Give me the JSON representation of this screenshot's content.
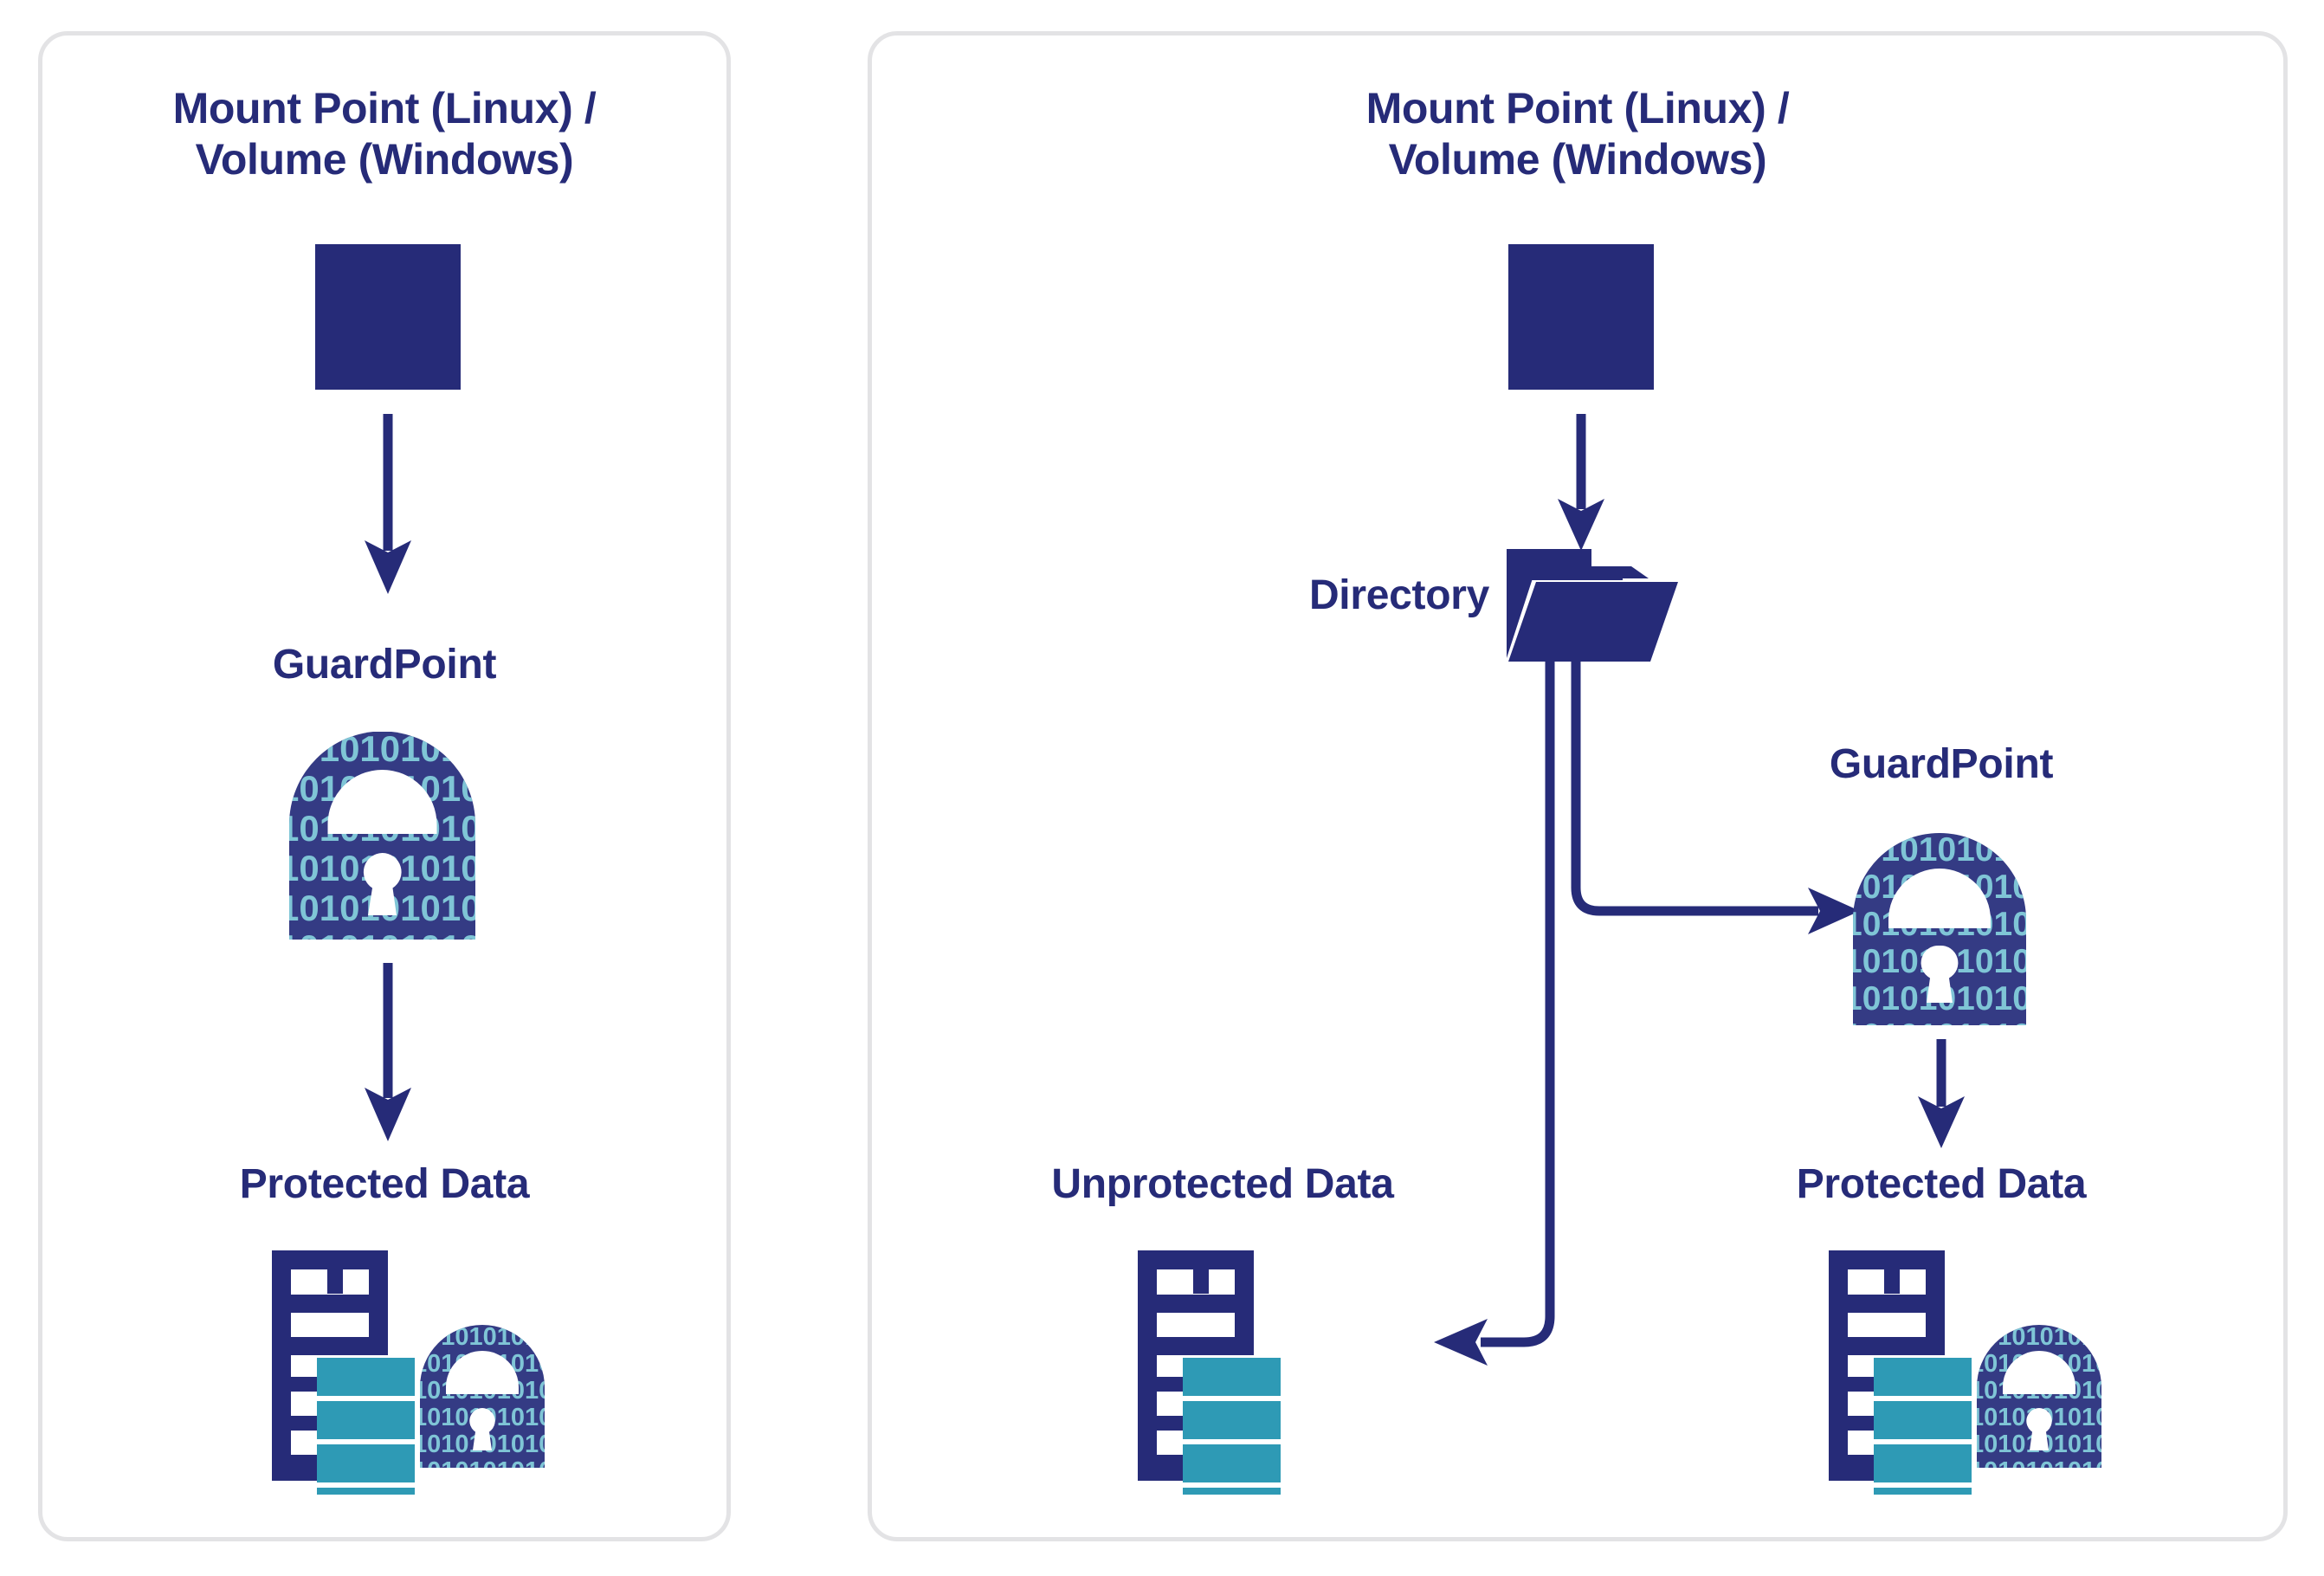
{
  "diagram": {
    "title": "GuardPoint protection scope comparison",
    "colors": {
      "navy": "#262B78",
      "lock_navy": "#343B84",
      "teal": "#2E9AB5",
      "binary_teal": "#7FC5D6",
      "panel_border": "#E3E3E5",
      "background": "#FFFFFF"
    },
    "binary_texture": "1010101010"
  },
  "panels": [
    {
      "id": "left",
      "name": "mount-point-guardpoint-panel",
      "nodes": [
        {
          "id": "mount",
          "label": "Mount Point (Linux) /\nVolume (Windows)",
          "line1": "Mount Point (Linux) /",
          "line2": "Volume (Windows)",
          "icon": "stacked-bars-icon"
        },
        {
          "id": "guardpoint",
          "label": "GuardPoint",
          "icon": "padlock-binary-icon"
        },
        {
          "id": "protected",
          "label": "Protected Data",
          "icon": "database-lock-icon"
        }
      ],
      "connectors": [
        {
          "from": "mount",
          "to": "guardpoint",
          "kind": "arrow-down"
        },
        {
          "from": "guardpoint",
          "to": "protected",
          "kind": "arrow-down"
        }
      ]
    },
    {
      "id": "right",
      "name": "directory-guardpoint-panel",
      "nodes": [
        {
          "id": "mount",
          "label": "Mount Point (Linux) /\nVolume (Windows)",
          "line1": "Mount Point (Linux) /",
          "line2": "Volume (Windows)",
          "icon": "stacked-bars-icon"
        },
        {
          "id": "directory",
          "label": "Directory",
          "icon": "folder-icon"
        },
        {
          "id": "guardpoint",
          "label": "GuardPoint",
          "icon": "padlock-binary-icon"
        },
        {
          "id": "unprotected",
          "label": "Unprotected Data",
          "icon": "database-icon"
        },
        {
          "id": "protected",
          "label": "Protected Data",
          "icon": "database-lock-icon"
        }
      ],
      "connectors": [
        {
          "from": "mount",
          "to": "directory",
          "kind": "arrow-down"
        },
        {
          "from": "directory",
          "to": "guardpoint",
          "kind": "elbow-right"
        },
        {
          "from": "guardpoint",
          "to": "protected",
          "kind": "arrow-down"
        },
        {
          "from": "directory",
          "to": "unprotected",
          "kind": "elbow-down-left"
        }
      ]
    }
  ]
}
